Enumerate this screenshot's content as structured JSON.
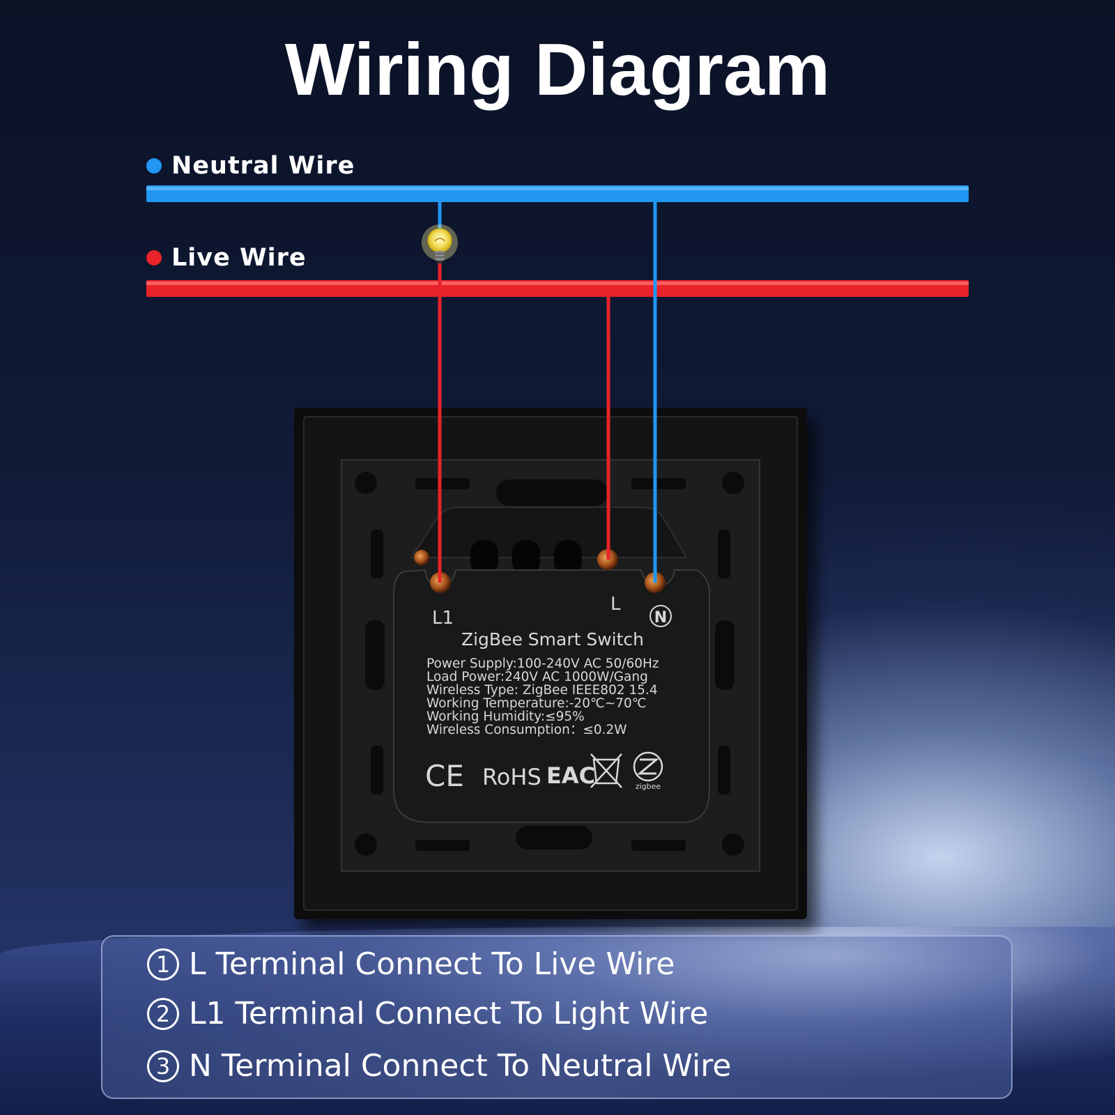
{
  "title": "Wiring Diagram",
  "legend": {
    "neutral": {
      "label": "Neutral Wire",
      "color": "#2196F3"
    },
    "live": {
      "label": "Live Wire",
      "color": "#E8232A"
    }
  },
  "device": {
    "terminals": {
      "l1": "L1",
      "l": "L",
      "n": "N"
    },
    "model": "ZigBee Smart Switch",
    "specs": [
      "Power Supply:100-240V AC 50/60Hz",
      "Load Power:240V AC 1000W/Gang",
      "Wireless Type: ZigBee IEEE802  15.4",
      "Working Temperature:-20℃~70℃",
      "Working Humidity:≤95%",
      "Wireless Consumption：≤0.2W"
    ],
    "marks": {
      "ce": "CE",
      "rohs": "RoHS",
      "eac": "EAC",
      "zigbee": "zigbee"
    }
  },
  "instructions": [
    {
      "num": "1",
      "text": "L Terminal Connect To Live Wire"
    },
    {
      "num": "2",
      "text": "L1 Terminal Connect To Light Wire"
    },
    {
      "num": "3",
      "text": "N Terminal Connect To Neutral Wire"
    }
  ]
}
